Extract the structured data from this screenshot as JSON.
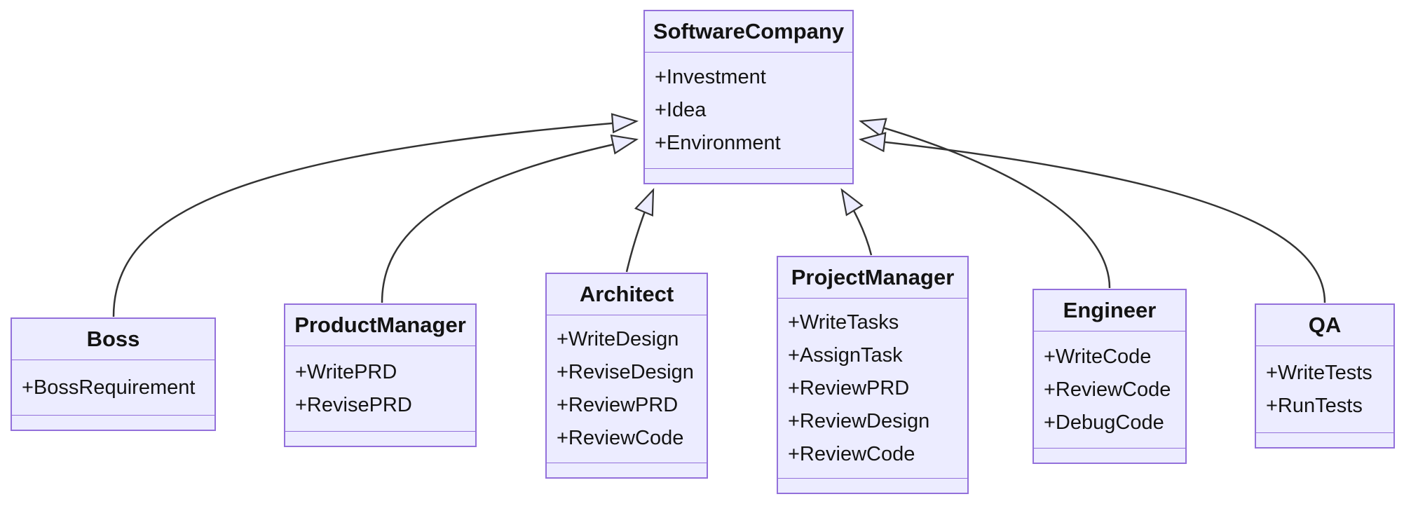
{
  "colors": {
    "node_fill": "#ECECFF",
    "node_border": "#9370DB",
    "arrow_fill": "#ECECFF",
    "edge": "#333333",
    "text": "#131313"
  },
  "classes": {
    "software_company": {
      "name": "SoftwareCompany",
      "attributes": [
        "+Investment",
        "+Idea",
        "+Environment"
      ]
    },
    "boss": {
      "name": "Boss",
      "attributes": [
        "+BossRequirement"
      ]
    },
    "product_manager": {
      "name": "ProductManager",
      "attributes": [
        "+WritePRD",
        "+RevisePRD"
      ]
    },
    "architect": {
      "name": "Architect",
      "attributes": [
        "+WriteDesign",
        "+ReviseDesign",
        "+ReviewPRD",
        "+ReviewCode"
      ]
    },
    "project_manager": {
      "name": "ProjectManager",
      "attributes": [
        "+WriteTasks",
        "+AssignTask",
        "+ReviewPRD",
        "+ReviewDesign",
        "+ReviewCode"
      ]
    },
    "engineer": {
      "name": "Engineer",
      "attributes": [
        "+WriteCode",
        "+ReviewCode",
        "+DebugCode"
      ]
    },
    "qa": {
      "name": "QA",
      "attributes": [
        "+WriteTests",
        "+RunTests"
      ]
    }
  },
  "relations": [
    {
      "from": "Boss",
      "to": "SoftwareCompany",
      "type": "inheritance"
    },
    {
      "from": "ProductManager",
      "to": "SoftwareCompany",
      "type": "inheritance"
    },
    {
      "from": "Architect",
      "to": "SoftwareCompany",
      "type": "inheritance"
    },
    {
      "from": "ProjectManager",
      "to": "SoftwareCompany",
      "type": "inheritance"
    },
    {
      "from": "Engineer",
      "to": "SoftwareCompany",
      "type": "inheritance"
    },
    {
      "from": "QA",
      "to": "SoftwareCompany",
      "type": "inheritance"
    }
  ]
}
